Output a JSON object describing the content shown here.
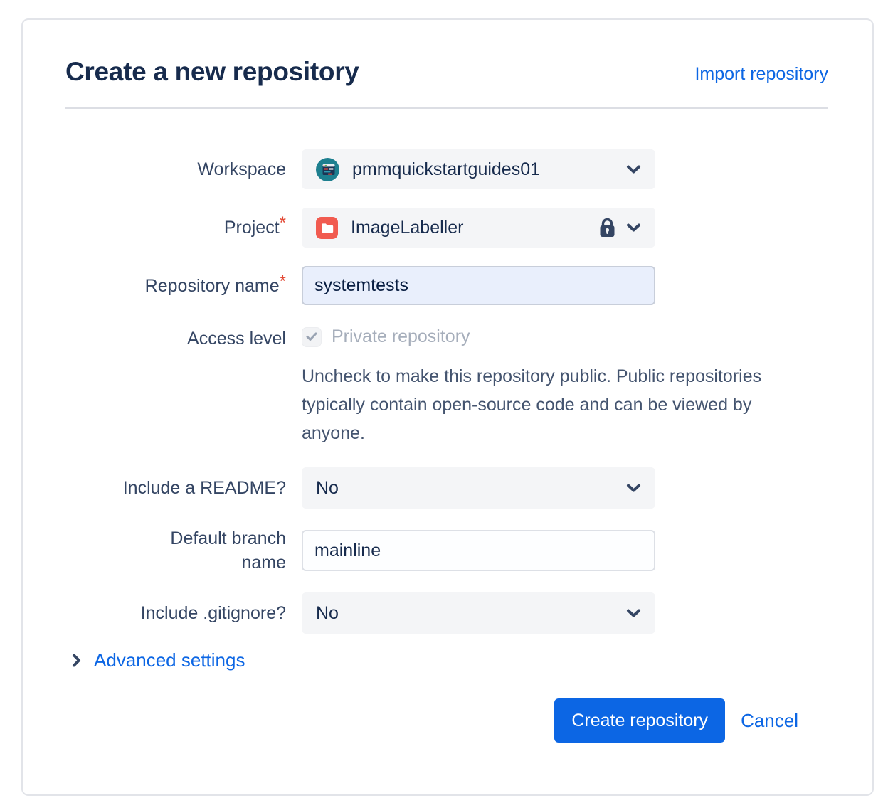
{
  "page": {
    "title": "Create a new repository",
    "import_link": "Import repository"
  },
  "form": {
    "workspace": {
      "label": "Workspace",
      "value": "pmmquickstartguides01"
    },
    "project": {
      "label": "Project",
      "required": "*",
      "value": "ImageLabeller",
      "locked": true
    },
    "repository_name": {
      "label": "Repository name",
      "required": "*",
      "value": "systemtests"
    },
    "access_level": {
      "label": "Access level",
      "checkbox_label": "Private repository",
      "checkbox_checked": true,
      "checkbox_disabled": true,
      "helper_text": "Uncheck to make this repository public. Public repositories typically contain open-source code and can be viewed by anyone."
    },
    "include_readme": {
      "label": "Include a README?",
      "value": "No"
    },
    "default_branch": {
      "label": "Default branch name",
      "value": "mainline"
    },
    "include_gitignore": {
      "label": "Include .gitignore?",
      "value": "No"
    },
    "advanced_settings_label": "Advanced settings"
  },
  "actions": {
    "create_label": "Create repository",
    "cancel_label": "Cancel"
  },
  "colors": {
    "accent_blue": "#0C66E4",
    "title_navy": "#172B4D",
    "label_gray": "#344563",
    "field_bg": "#F4F5F7",
    "required_red": "#E34935",
    "workspace_avatar_teal": "#1D7F8F",
    "project_icon_red": "#F15B50",
    "highlight_input_bg": "#E9EFFC"
  }
}
